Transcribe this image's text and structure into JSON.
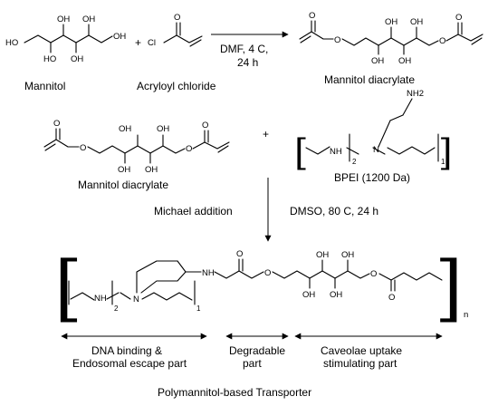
{
  "reactants": {
    "mannitol": "Mannitol",
    "acryloyl_chloride": "Acryloyl chloride",
    "plus": "+",
    "chloride_atom": "Cl"
  },
  "step1": {
    "conditions_line1": "DMF, 4 C,",
    "conditions_line2": "24 h"
  },
  "product1": {
    "name": "Mannitol diacrylate"
  },
  "step2_reactants": {
    "diacrylate": "Mannitol diacrylate",
    "plus": "+",
    "bpei": "BPEI (1200 Da)",
    "amine": "NH2",
    "nh": "NH",
    "n": "N",
    "sub_2": "2",
    "sub_1": "1"
  },
  "step2": {
    "reaction_name": "Michael addition",
    "conditions": "DMSO, 80 C, 24 h"
  },
  "polymer": {
    "repeat_n": "n",
    "nh": "NH",
    "n": "N",
    "sub_2": "2",
    "sub_1": "1"
  },
  "atoms": {
    "oh": "OH",
    "ho": "HO",
    "o": "O"
  },
  "parts": {
    "part1_line1": "DNA binding &",
    "part1_line2": "Endosomal escape part",
    "part2_line1": "Degradable",
    "part2_line2": "part",
    "part3_line1": "Caveolae uptake",
    "part3_line2": "stimulating part"
  },
  "caption": "Polymannitol-based Transporter"
}
